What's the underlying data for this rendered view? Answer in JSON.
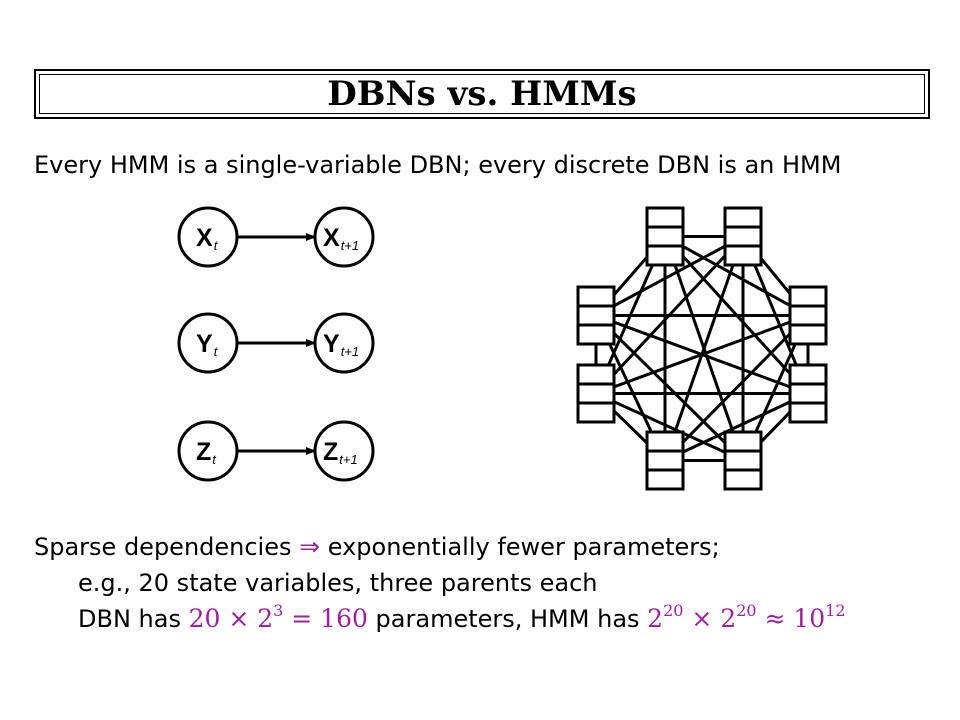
{
  "slide": {
    "title": "DBNs vs. HMMs",
    "line1": "Every HMM is a single-variable DBN; every discrete DBN is an HMM",
    "line2_a": "Sparse dependencies",
    "line2_arrow": "⇒",
    "line2_b": "exponentially fewer parameters;",
    "line3": "e.g., 20 state variables, three parents each",
    "line4": {
      "a": "DBN has",
      "expr1_base": "20 × 2",
      "expr1_exp": "3",
      "expr1_rest": " = 160",
      "b": "parameters, HMM has",
      "expr2_b1": "2",
      "expr2_e1": "20",
      "expr2_mid": " × 2",
      "expr2_e2": "20",
      "expr2_approx": " ≈ 10",
      "expr2_e3": "12"
    }
  },
  "dbn_diagram": {
    "nodes": [
      {
        "id": "Xt",
        "var": "X",
        "sub": "t"
      },
      {
        "id": "Xt1",
        "var": "X",
        "sub": "t+1"
      },
      {
        "id": "Yt",
        "var": "Y",
        "sub": "t"
      },
      {
        "id": "Yt1",
        "var": "Y",
        "sub": "t+1"
      },
      {
        "id": "Zt",
        "var": "Z",
        "sub": "t"
      },
      {
        "id": "Zt1",
        "var": "Z",
        "sub": "t+1"
      }
    ],
    "edges": [
      [
        "Xt",
        "Xt1"
      ],
      [
        "Yt",
        "Yt1"
      ],
      [
        "Zt",
        "Zt1"
      ]
    ]
  },
  "hmm_diagram": {
    "state_count": 8,
    "cells_per_state": 3,
    "fully_connected": true
  },
  "colors": {
    "math": "#a020a0",
    "text": "#000000"
  }
}
